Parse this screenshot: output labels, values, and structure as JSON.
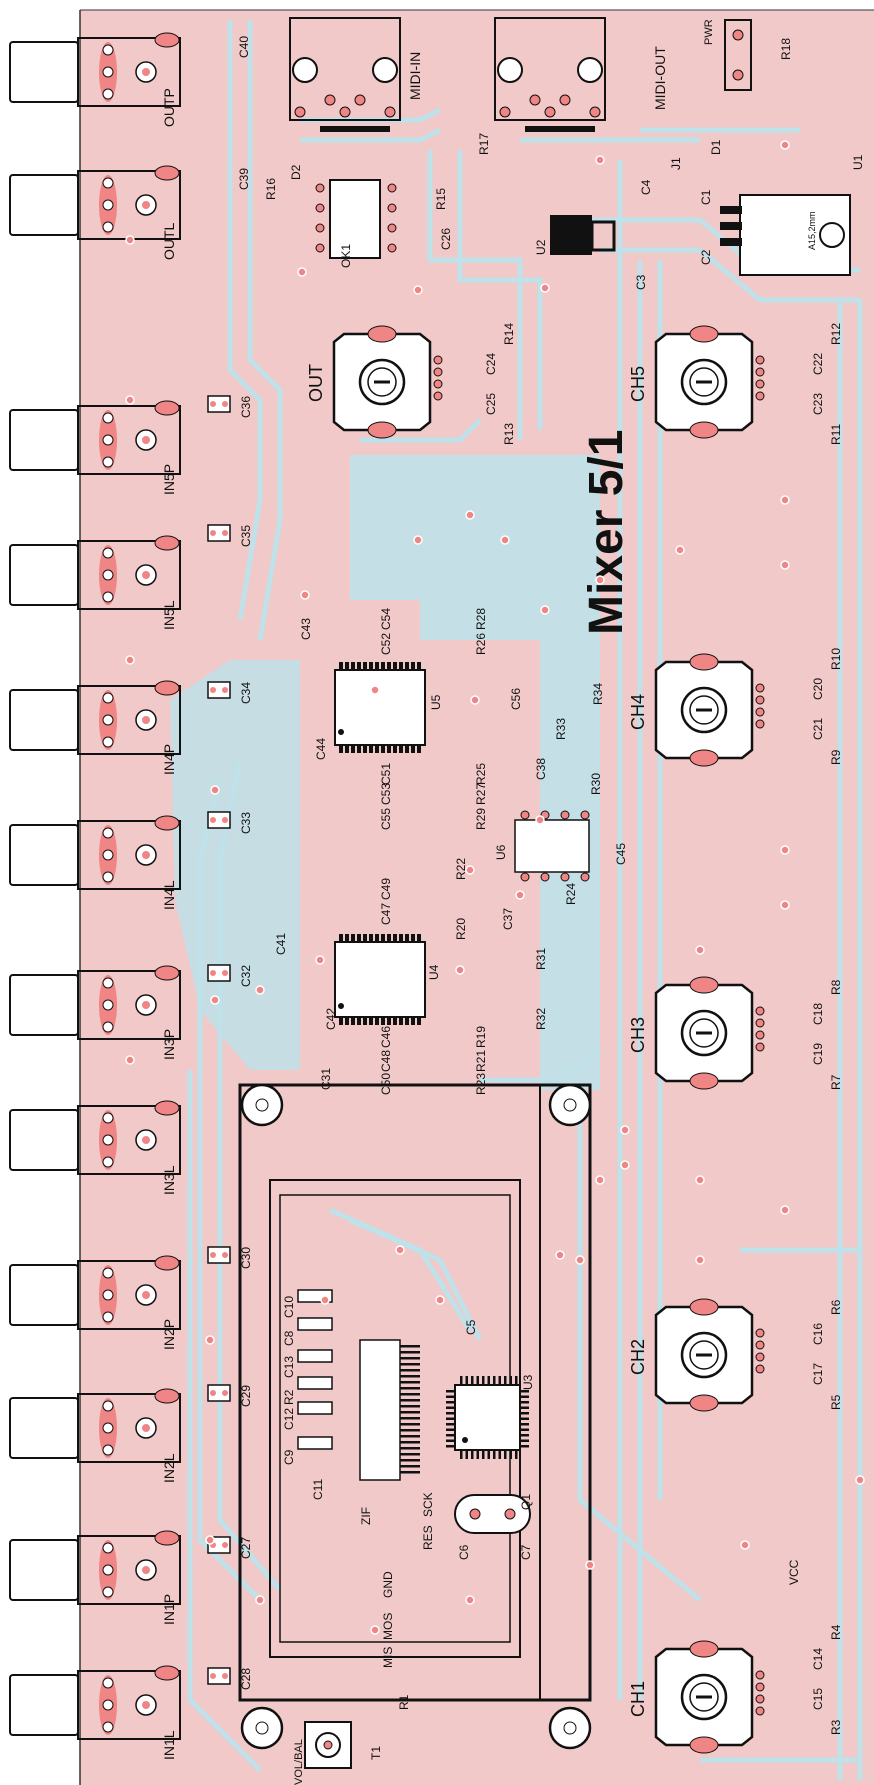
{
  "title": "Mixer 5/1",
  "colors": {
    "board": "#f1c9c9",
    "trace": "#bfe1e9",
    "pad": "#f08585",
    "silk": "#111111"
  },
  "jacks": [
    "OUTP",
    "OUTL",
    "IN5P",
    "IN5L",
    "IN4P",
    "IN4L",
    "IN3P",
    "IN3L",
    "IN2P",
    "IN2L",
    "IN1P",
    "IN1L"
  ],
  "jack_caps": [
    "C36",
    "C35",
    "C34",
    "C33",
    "C32",
    "C30",
    "C29",
    "C27",
    "C28"
  ],
  "channels": [
    "OUT",
    "CH5",
    "CH4",
    "CH3",
    "CH2",
    "CH1"
  ],
  "connectors": {
    "midi_in": "MIDI-IN",
    "midi_out": "MIDI-OUT",
    "pwr": "PWR",
    "zif": "ZIF",
    "vol": "VOL/BAL"
  },
  "parts": [
    "C40",
    "C39",
    "R16",
    "D2",
    "OK1",
    "R15",
    "C26",
    "R17",
    "R18",
    "D1",
    "J1",
    "C4",
    "C1",
    "C2",
    "C3",
    "U2",
    "U1",
    "A15,2mm",
    "R14",
    "C24",
    "C25",
    "R13",
    "R12",
    "C22",
    "C23",
    "R11",
    "C54",
    "R28",
    "C52",
    "R26",
    "C43",
    "U5",
    "C44",
    "C56",
    "R34",
    "R33",
    "C38",
    "R30",
    "C51",
    "R25",
    "C53",
    "R27",
    "C55",
    "R29",
    "U6",
    "C45",
    "R10",
    "C20",
    "C21",
    "R9",
    "C49",
    "R22",
    "C47",
    "R20",
    "C37",
    "R24",
    "C41",
    "U4",
    "C42",
    "R31",
    "R32",
    "C46",
    "R19",
    "C48",
    "R21",
    "C50",
    "R23",
    "C31",
    "R8",
    "C18",
    "C19",
    "R7",
    "C5",
    "U3",
    "C11",
    "C6",
    "C7",
    "Q1",
    "R6",
    "C16",
    "C17",
    "R5",
    "R4",
    "C14",
    "C15",
    "R3",
    "T1",
    "R1"
  ],
  "chip_labels": [
    "C9",
    "C12",
    "R2",
    "C13",
    "C8",
    "C10"
  ],
  "header_labels": [
    "RES",
    "SCK",
    "MIS",
    "MOS",
    "GND",
    "VCC"
  ]
}
